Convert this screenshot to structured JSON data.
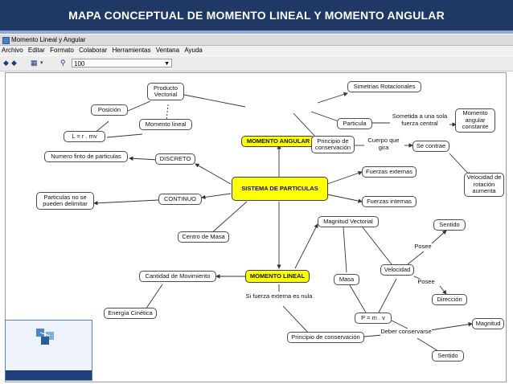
{
  "banner": {
    "title": "MAPA CONCEPTUAL DE MOMENTO LINEAL Y MOMENTO ANGULAR"
  },
  "window": {
    "title": "Momento Lineal y Angular",
    "menu": [
      "Archivo",
      "Editar",
      "Formato",
      "Colaborar",
      "Herramientas",
      "Ventana",
      "Ayuda"
    ],
    "toolbar": {
      "zoom": "100"
    }
  },
  "map": {
    "nodes": {
      "sistema": "SISTEMA DE PARTICULAS",
      "momento_angular": "MOMENTO ANGULAR",
      "momento_lineal": "MOMENTO LINEAL",
      "producto_vectorial": "Producto Vectorial",
      "posicion": "Posición",
      "momento_lineal_small": "Momento lineal",
      "l_eq": "L = r . mv",
      "simetrias": "Simetrias Rotacionales",
      "particula": "Particula",
      "momento_constante": "Momento angular constante",
      "principio_conservacion_top": "Principio de conservación",
      "se_contrae": "Se contrae",
      "velocidad_rotacion": "Velocidad de rotación aumenta",
      "numero_finito": "Numero finto de particulas",
      "discreto": "DISCRETO",
      "continuo": "CONTINUO",
      "particulas_no": "Particulas no se pueden delimitar",
      "fuerzas_externas": "Fuerzas externas",
      "fuerzas_internas": "Fuerzas internas",
      "centro_masa": "Centro de Masa",
      "magnitud_vectorial": "Magnitud Vectorial",
      "sentido_top": "Sentido",
      "velocidad": "Velocidad",
      "masa": "Masa",
      "direccion": "Dirección",
      "p_eq": "P = m . v",
      "magnitud": "Magnitud",
      "sentido_bottom": "Sentido",
      "cantidad_movimiento": "Cantidad de Movimiento",
      "energia_cinetica": "Energía Cinética",
      "principio_conservacion_bottom": "Principio de conservación"
    },
    "links": {
      "sometida": "Sometida a una sola fuerza central",
      "cuerpo_gira": "Cuerpo que gira",
      "posee_1": "Posee",
      "posee_2": "Posee",
      "si_fuerza": "Si fuerza externa es nula",
      "deber_conservarse": "Deber conservarse"
    }
  },
  "colors": {
    "banner": "#1f3864",
    "key_concept": "#ffff00",
    "logo": "#1a4d8f"
  }
}
